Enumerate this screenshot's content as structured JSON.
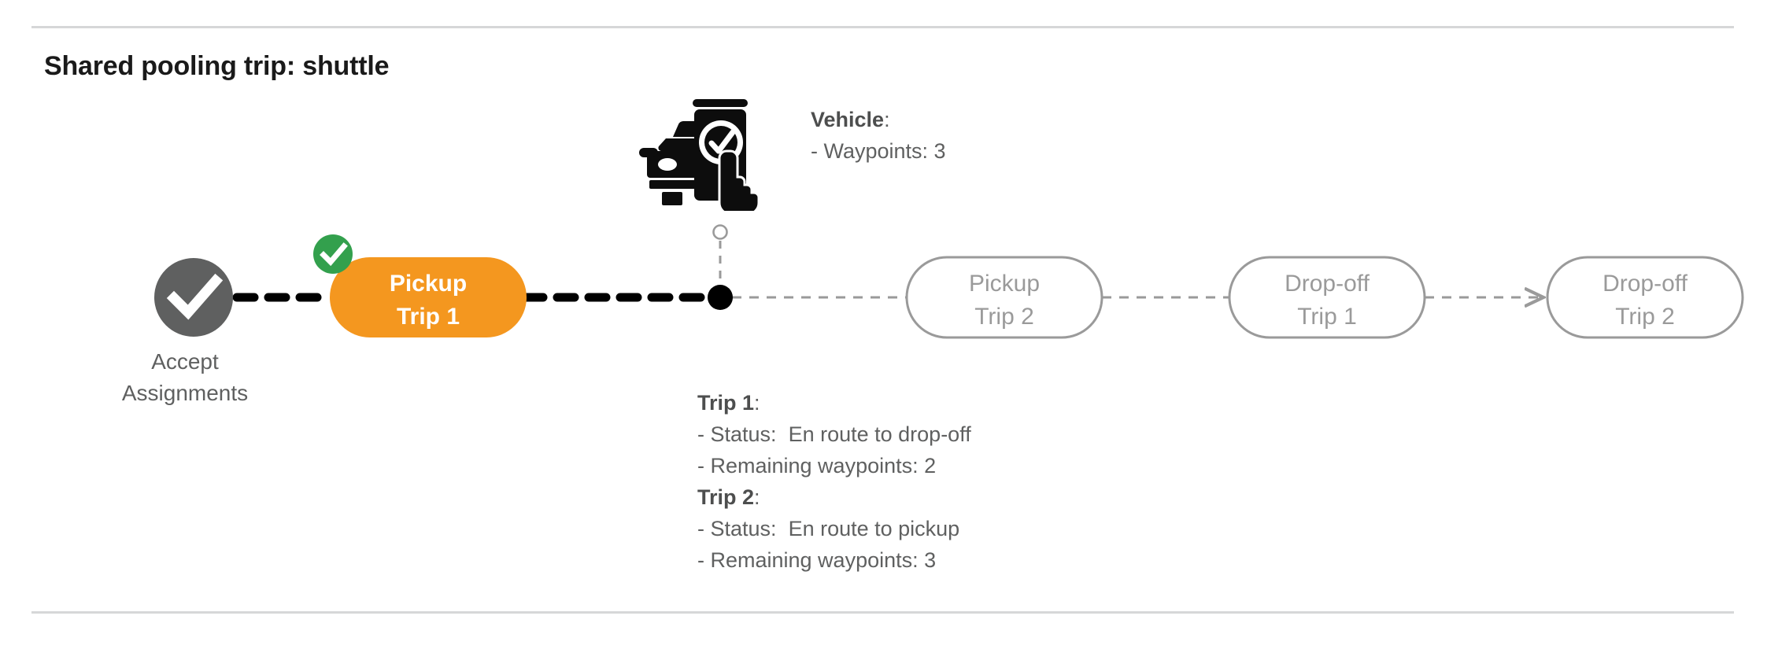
{
  "page": {
    "title": "Shared pooling trip: shuttle",
    "background": "#ffffff",
    "divider_color": "#d6d7d8"
  },
  "colors": {
    "active_node": "#F4971F",
    "completed_badge": "#33A04D",
    "start_node": "#5F6060",
    "pending_outline": "#9A9A9A",
    "pending_text": "#9A9A9A",
    "body_text": "#5F6060",
    "strong_text": "#4D4E4E",
    "traveled_path": "#000000",
    "upcoming_path": "#9A9A9A"
  },
  "flow": {
    "start_node": {
      "name": "accept-assignments",
      "icon": "check-circle-icon",
      "caption_line1": "Accept",
      "caption_line2": "Assignments",
      "state": "completed"
    },
    "nodes": [
      {
        "id": "pickup-trip-1",
        "line1": "Pickup",
        "line2": "Trip 1",
        "state": "active",
        "badge": "check-badge-icon"
      },
      {
        "id": "pickup-trip-2",
        "line1": "Pickup",
        "line2": "Trip 2",
        "state": "pending",
        "badge": null
      },
      {
        "id": "dropoff-trip-1",
        "line1": "Drop-off",
        "line2": "Trip 1",
        "state": "pending",
        "badge": null
      },
      {
        "id": "dropoff-trip-2",
        "line1": "Drop-off",
        "line2": "Trip 2",
        "state": "pending",
        "badge": null
      }
    ],
    "vehicle_marker": {
      "name": "vehicle-position-marker",
      "icon": "vehicle-phone-check-icon"
    }
  },
  "vehicle_info": {
    "heading": "Vehicle",
    "heading_suffix": ":",
    "rows": [
      "- Waypoints: 3"
    ]
  },
  "trip_info": {
    "trips": [
      {
        "heading": "Trip 1",
        "heading_suffix": ":",
        "status_label": "- Status:",
        "status_value": "En route to drop-off",
        "waypoints_row": "- Remaining waypoints: 2"
      },
      {
        "heading": "Trip 2",
        "heading_suffix": ":",
        "status_label": "- Status:",
        "status_value": "En route to pickup",
        "waypoints_row": "- Remaining waypoints: 3"
      }
    ]
  }
}
